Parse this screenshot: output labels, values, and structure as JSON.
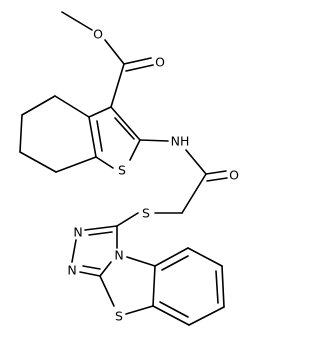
{
  "molecule": {
    "atom_labels": {
      "o_methoxy": "O",
      "o_carbonyl_ester": "O",
      "s_thiophene": "S",
      "nh_amide": "NH",
      "o_amide": "O",
      "s_thioether": "S",
      "n_triazole_a": "N",
      "n_triazole_b": "N",
      "n_bridgehead": "N",
      "s_benzothiazole": "S"
    }
  }
}
